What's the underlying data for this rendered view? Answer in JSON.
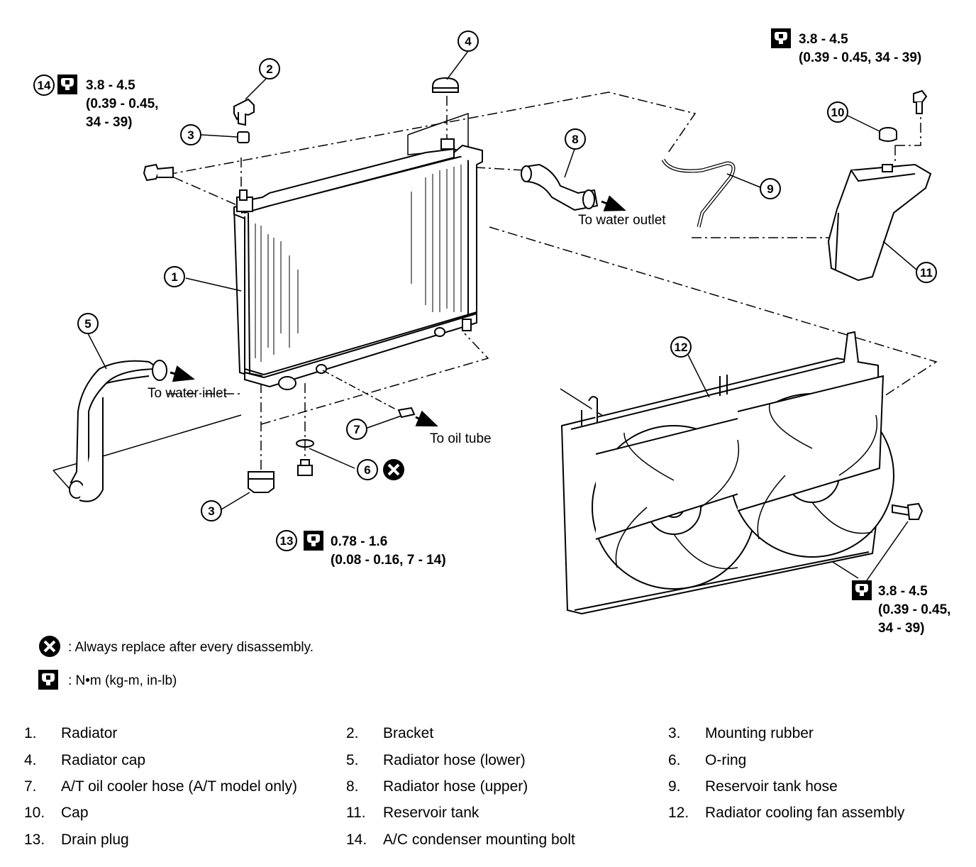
{
  "callouts": {
    "c1": "1",
    "c2": "2",
    "c3a": "3",
    "c3b": "3",
    "c4": "4",
    "c5": "5",
    "c6": "6",
    "c7": "7",
    "c8": "8",
    "c9": "9",
    "c10": "10",
    "c11": "11",
    "c12": "12",
    "c13": "13",
    "c14": "14"
  },
  "torque_specs": {
    "bolt14_l1": "3.8 - 4.5",
    "bolt14_l2": "(0.39 - 0.45,",
    "bolt14_l3": "34 - 39)",
    "reservoir_l1": "3.8 - 4.5",
    "reservoir_l2": "(0.39 - 0.45, 34 - 39)",
    "drain_l1": "0.78 - 1.6",
    "drain_l2": "(0.08 - 0.16, 7 - 14)",
    "fan_l1": "3.8 - 4.5",
    "fan_l2": "(0.39 - 0.45,",
    "fan_l3": "34 - 39)"
  },
  "flow_labels": {
    "water_outlet": "To water outlet",
    "water_inlet": "To water inlet",
    "oil_tube": "To oil tube"
  },
  "symbol_legend": {
    "replace": ": Always replace after every disassembly.",
    "torque": ": N•m  (kg-m,  in-lb)"
  },
  "parts": [
    {
      "num": "1.",
      "name": "Radiator"
    },
    {
      "num": "2.",
      "name": "Bracket"
    },
    {
      "num": "3.",
      "name": "Mounting rubber"
    },
    {
      "num": "4.",
      "name": "Radiator cap"
    },
    {
      "num": "5.",
      "name": "Radiator hose (lower)"
    },
    {
      "num": "6.",
      "name": "O-ring"
    },
    {
      "num": "7.",
      "name": "A/T oil cooler hose (A/T model only)"
    },
    {
      "num": "8.",
      "name": "Radiator hose (upper)"
    },
    {
      "num": "9.",
      "name": "Reservoir tank hose"
    },
    {
      "num": "10.",
      "name": "Cap"
    },
    {
      "num": "11.",
      "name": "Reservoir tank"
    },
    {
      "num": "12.",
      "name": "Radiator cooling fan assembly"
    },
    {
      "num": "13.",
      "name": "Drain plug"
    },
    {
      "num": "14.",
      "name": "A/C condenser mounting bolt"
    }
  ]
}
